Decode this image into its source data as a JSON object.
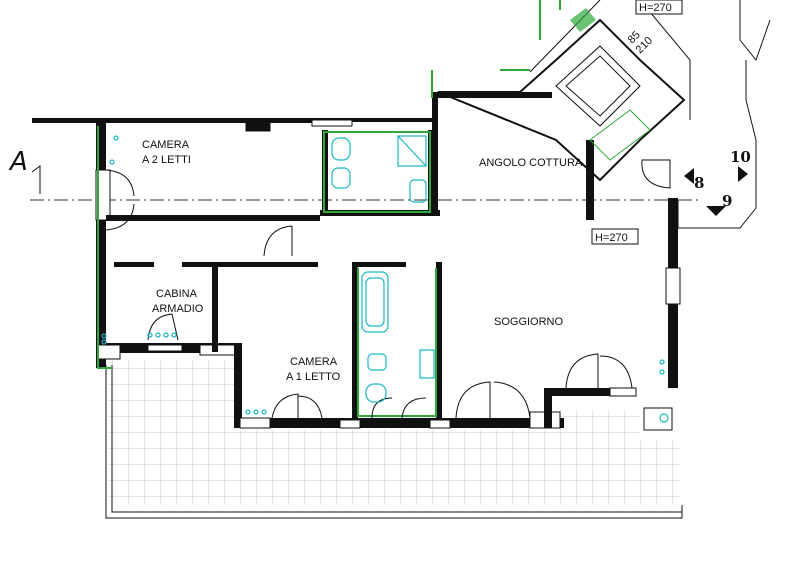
{
  "rooms": {
    "camera_2_letti": [
      "CAMERA",
      "A 2 LETTI"
    ],
    "angolo_cottura": "ANGOLO COTTURA",
    "cabina_armadio": [
      "CABINA",
      "ARMADIO"
    ],
    "soggiorno": "SOGGIORNO",
    "camera_1_letto": [
      "CAMERA",
      "A 1 LETTO"
    ]
  },
  "height_labels": {
    "main": "H=270",
    "top": "H=270"
  },
  "stair_dims": [
    "85",
    "210"
  ],
  "section_marker": "A",
  "view_markers": [
    "8",
    "9",
    "10"
  ],
  "colors": {
    "walls": "#111111",
    "fixtures": "#19b7c8",
    "finish_edge": "#2ea83a",
    "terrace_grid": "#c8c8c8"
  }
}
